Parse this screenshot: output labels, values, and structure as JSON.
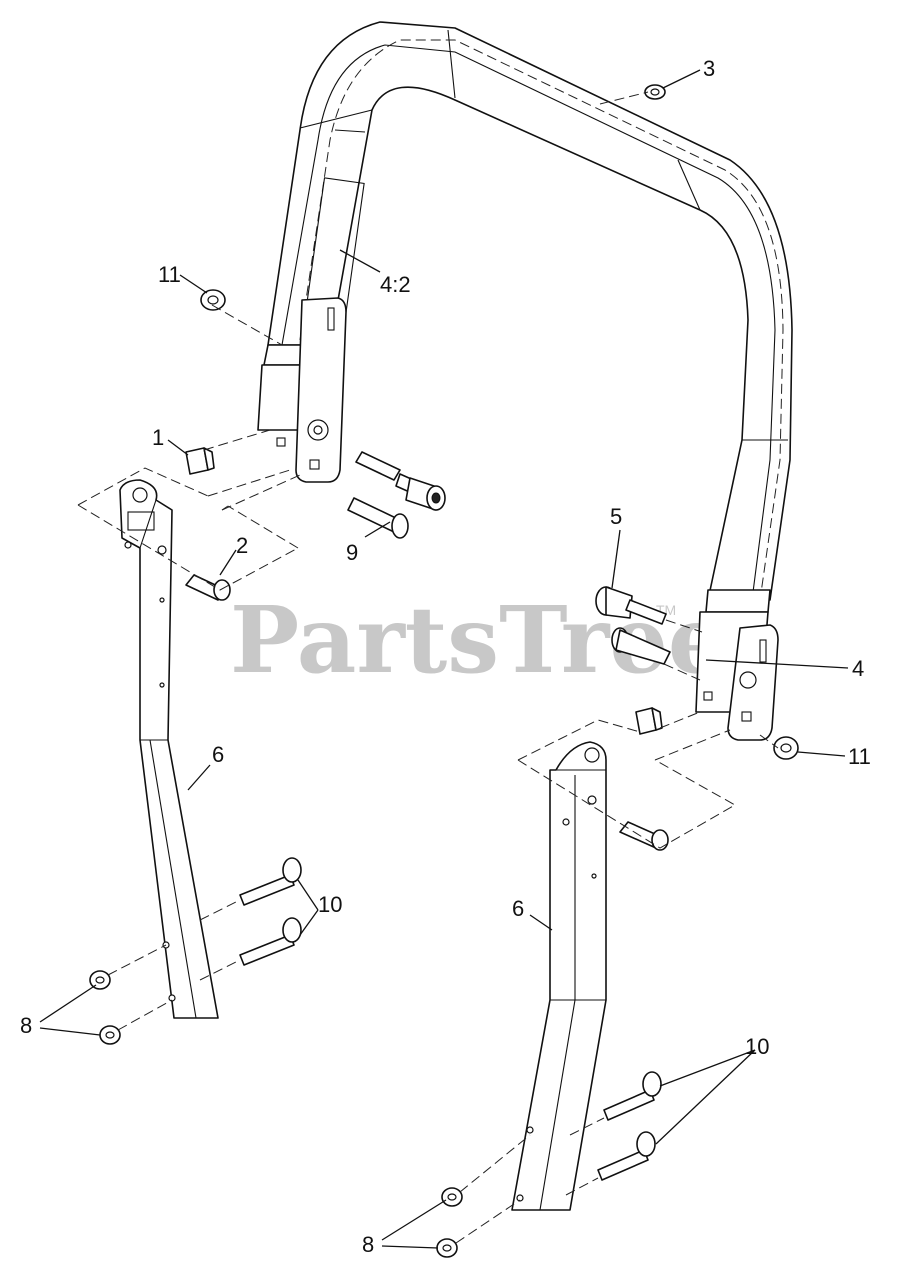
{
  "watermark": {
    "brand": "PartsTree",
    "trademark": "TM"
  },
  "callouts": [
    {
      "id": "c3",
      "label": "3"
    },
    {
      "id": "c4-2",
      "label": "4:2"
    },
    {
      "id": "c11-l",
      "label": "11"
    },
    {
      "id": "c1",
      "label": "1"
    },
    {
      "id": "c2",
      "label": "2"
    },
    {
      "id": "c9",
      "label": "9"
    },
    {
      "id": "c5",
      "label": "5"
    },
    {
      "id": "c4",
      "label": "4"
    },
    {
      "id": "c11-r",
      "label": "11"
    },
    {
      "id": "c6-l",
      "label": "6"
    },
    {
      "id": "c10-l",
      "label": "10"
    },
    {
      "id": "c8-l",
      "label": "8"
    },
    {
      "id": "c6-r",
      "label": "6"
    },
    {
      "id": "c10-r",
      "label": "10"
    },
    {
      "id": "c8-r",
      "label": "8"
    }
  ]
}
